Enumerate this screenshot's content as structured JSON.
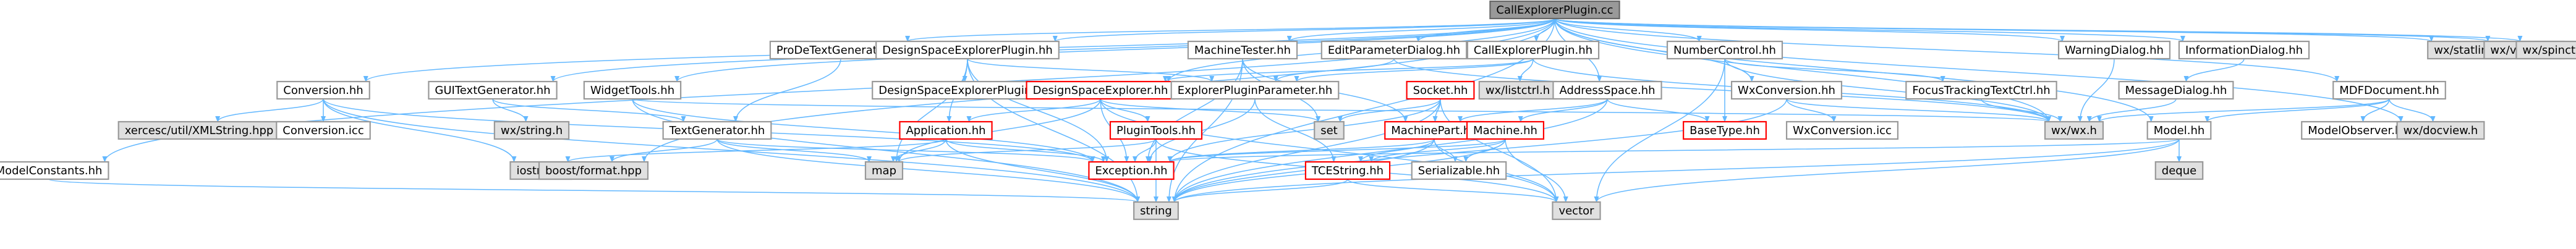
{
  "diagram": {
    "nodes": [
      {
        "id": "root",
        "label": "CallExplorerPlugin.cc",
        "style": "root"
      },
      {
        "id": "prode",
        "label": "ProDeTextGenerator.hh",
        "style": "normal"
      },
      {
        "id": "dsep",
        "label": "DesignSpaceExplorerPlugin.hh",
        "style": "normal"
      },
      {
        "id": "mtester",
        "label": "MachineTester.hh",
        "style": "normal"
      },
      {
        "id": "editparam",
        "label": "EditParameterDialog.hh",
        "style": "normal"
      },
      {
        "id": "cepp",
        "label": "CallExplorerPlugin.hh",
        "style": "normal"
      },
      {
        "id": "numctrl",
        "label": "NumberControl.hh",
        "style": "normal"
      },
      {
        "id": "warndlg",
        "label": "WarningDialog.hh",
        "style": "normal"
      },
      {
        "id": "infodlg",
        "label": "InformationDialog.hh",
        "style": "normal"
      },
      {
        "id": "wxstatline",
        "label": "wx/statline.h",
        "style": "system"
      },
      {
        "id": "wxvalgen",
        "label": "wx/valgen.h",
        "style": "system"
      },
      {
        "id": "wxspinctrl",
        "label": "wx/spinctrl.h",
        "style": "system"
      },
      {
        "id": "conversion",
        "label": "Conversion.hh",
        "style": "normal"
      },
      {
        "id": "guitextgen",
        "label": "GUITextGenerator.hh",
        "style": "normal"
      },
      {
        "id": "widgettools",
        "label": "WidgetTools.hh",
        "style": "normal"
      },
      {
        "id": "dsepicc",
        "label": "DesignSpaceExplorerPlugin.icc",
        "style": "normal"
      },
      {
        "id": "dse",
        "label": "DesignSpaceExplorer.hh",
        "style": "error"
      },
      {
        "id": "explparam",
        "label": "ExplorerPluginParameter.hh",
        "style": "normal"
      },
      {
        "id": "socket",
        "label": "Socket.hh",
        "style": "error"
      },
      {
        "id": "wxlistctrl",
        "label": "wx/listctrl.h",
        "style": "system"
      },
      {
        "id": "addrspace",
        "label": "AddressSpace.hh",
        "style": "normal"
      },
      {
        "id": "wxconv",
        "label": "WxConversion.hh",
        "style": "normal"
      },
      {
        "id": "focustrack",
        "label": "FocusTrackingTextCtrl.hh",
        "style": "normal"
      },
      {
        "id": "msgdlg",
        "label": "MessageDialog.hh",
        "style": "normal"
      },
      {
        "id": "mdfdoc",
        "label": "MDFDocument.hh",
        "style": "normal"
      },
      {
        "id": "xerces",
        "label": "xercesc/util/XMLString.hpp",
        "style": "system"
      },
      {
        "id": "convicc",
        "label": "Conversion.icc",
        "style": "normal"
      },
      {
        "id": "wxstring",
        "label": "wx/string.h",
        "style": "system"
      },
      {
        "id": "textgen",
        "label": "TextGenerator.hh",
        "style": "normal"
      },
      {
        "id": "application",
        "label": "Application.hh",
        "style": "error"
      },
      {
        "id": "plugintools",
        "label": "PluginTools.hh",
        "style": "error"
      },
      {
        "id": "set",
        "label": "set",
        "style": "system"
      },
      {
        "id": "machinepart",
        "label": "MachinePart.hh",
        "style": "error"
      },
      {
        "id": "machine",
        "label": "Machine.hh",
        "style": "error"
      },
      {
        "id": "basetype",
        "label": "BaseType.hh",
        "style": "error"
      },
      {
        "id": "wxconvicc",
        "label": "WxConversion.icc",
        "style": "normal"
      },
      {
        "id": "wxwx",
        "label": "wx/wx.h",
        "style": "system"
      },
      {
        "id": "model",
        "label": "Model.hh",
        "style": "normal"
      },
      {
        "id": "modelobs",
        "label": "ModelObserver.hh",
        "style": "normal"
      },
      {
        "id": "wxdocview",
        "label": "wx/docview.h",
        "style": "system"
      },
      {
        "id": "modelconst",
        "label": "ModelConstants.hh",
        "style": "normal"
      },
      {
        "id": "iostream",
        "label": "iostream",
        "style": "system"
      },
      {
        "id": "boostformat",
        "label": "boost/format.hpp",
        "style": "system"
      },
      {
        "id": "map",
        "label": "map",
        "style": "system"
      },
      {
        "id": "exception",
        "label": "Exception.hh",
        "style": "error"
      },
      {
        "id": "tcestring",
        "label": "TCEString.hh",
        "style": "error"
      },
      {
        "id": "serializable",
        "label": "Serializable.hh",
        "style": "normal"
      },
      {
        "id": "deque",
        "label": "deque",
        "style": "system"
      },
      {
        "id": "string",
        "label": "string",
        "style": "system"
      },
      {
        "id": "vector",
        "label": "vector",
        "style": "system"
      }
    ],
    "edges": [
      [
        "root",
        "prode"
      ],
      [
        "root",
        "dsep"
      ],
      [
        "root",
        "mtester"
      ],
      [
        "root",
        "editparam"
      ],
      [
        "root",
        "cepp"
      ],
      [
        "root",
        "numctrl"
      ],
      [
        "root",
        "warndlg"
      ],
      [
        "root",
        "infodlg"
      ],
      [
        "root",
        "wxstatline"
      ],
      [
        "root",
        "wxvalgen"
      ],
      [
        "root",
        "wxspinctrl"
      ],
      [
        "root",
        "conversion"
      ],
      [
        "root",
        "guitextgen"
      ],
      [
        "root",
        "widgettools"
      ],
      [
        "root",
        "dse"
      ],
      [
        "root",
        "addrspace"
      ],
      [
        "root",
        "wxconv"
      ],
      [
        "root",
        "mdfdoc"
      ],
      [
        "root",
        "modelconst"
      ],
      [
        "root",
        "boostformat"
      ],
      [
        "root",
        "wxwx"
      ],
      [
        "root",
        "model"
      ],
      [
        "root",
        "wxdocview"
      ],
      [
        "root",
        "string"
      ],
      [
        "prode",
        "textgen"
      ],
      [
        "dsep",
        "dsepicc"
      ],
      [
        "dsep",
        "explparam"
      ],
      [
        "dsep",
        "application"
      ],
      [
        "dsep",
        "exception"
      ],
      [
        "dsep",
        "map"
      ],
      [
        "dsep",
        "string"
      ],
      [
        "mtester",
        "machinepart"
      ],
      [
        "mtester",
        "set"
      ],
      [
        "mtester",
        "exception"
      ],
      [
        "mtester",
        "string"
      ],
      [
        "editparam",
        "explparam"
      ],
      [
        "editparam",
        "wxwx"
      ],
      [
        "cepp",
        "dse"
      ],
      [
        "cepp",
        "explparam"
      ],
      [
        "cepp",
        "wxlistctrl"
      ],
      [
        "cepp",
        "wxwx"
      ],
      [
        "numctrl",
        "basetype"
      ],
      [
        "numctrl",
        "focustrack"
      ],
      [
        "numctrl",
        "wxwx"
      ],
      [
        "numctrl",
        "vector"
      ],
      [
        "warndlg",
        "wxwx"
      ],
      [
        "infodlg",
        "msgdlg"
      ],
      [
        "msgdlg",
        "wxwx"
      ],
      [
        "conversion",
        "xerces"
      ],
      [
        "conversion",
        "convicc"
      ],
      [
        "conversion",
        "string"
      ],
      [
        "conversion",
        "exception"
      ],
      [
        "conversion",
        "iostream"
      ],
      [
        "guitextgen",
        "wxstring"
      ],
      [
        "guitextgen",
        "textgen"
      ],
      [
        "widgettools",
        "wxwx"
      ],
      [
        "widgettools",
        "string"
      ],
      [
        "widgettools",
        "exception"
      ],
      [
        "dse",
        "application"
      ],
      [
        "dse",
        "plugintools"
      ],
      [
        "dse",
        "set"
      ],
      [
        "dse",
        "exception"
      ],
      [
        "dse",
        "map"
      ],
      [
        "dse",
        "vector"
      ],
      [
        "explparam",
        "exception"
      ],
      [
        "explparam",
        "tcestring"
      ],
      [
        "socket",
        "machinepart"
      ],
      [
        "socket",
        "set"
      ],
      [
        "socket",
        "exception"
      ],
      [
        "socket",
        "string"
      ],
      [
        "socket",
        "vector"
      ],
      [
        "addrspace",
        "machinepart"
      ],
      [
        "addrspace",
        "machine"
      ],
      [
        "addrspace",
        "basetype"
      ],
      [
        "addrspace",
        "string"
      ],
      [
        "wxconv",
        "wxconvicc"
      ],
      [
        "wxconv",
        "wxwx"
      ],
      [
        "wxconv",
        "string"
      ],
      [
        "focustrack",
        "wxwx"
      ],
      [
        "mdfdoc",
        "wxdocview"
      ],
      [
        "mdfdoc",
        "model"
      ],
      [
        "mdfdoc",
        "modelobs"
      ],
      [
        "mdfdoc",
        "wxwx"
      ],
      [
        "model",
        "exception"
      ],
      [
        "model",
        "deque"
      ],
      [
        "model",
        "string"
      ],
      [
        "model",
        "vector"
      ],
      [
        "textgen",
        "boostformat"
      ],
      [
        "textgen",
        "map"
      ],
      [
        "textgen",
        "string"
      ],
      [
        "textgen",
        "exception"
      ],
      [
        "application",
        "iostream"
      ],
      [
        "application",
        "string"
      ],
      [
        "application",
        "exception"
      ],
      [
        "application",
        "map"
      ],
      [
        "plugintools",
        "map"
      ],
      [
        "plugintools",
        "string"
      ],
      [
        "plugintools",
        "exception"
      ],
      [
        "plugintools",
        "vector"
      ],
      [
        "machinepart",
        "exception"
      ],
      [
        "machinepart",
        "serializable"
      ],
      [
        "machinepart",
        "tcestring"
      ],
      [
        "machinepart",
        "string"
      ],
      [
        "machinepart",
        "vector"
      ],
      [
        "machine",
        "exception"
      ],
      [
        "machine",
        "serializable"
      ],
      [
        "machine",
        "tcestring"
      ],
      [
        "machine",
        "string"
      ],
      [
        "machine",
        "vector"
      ],
      [
        "tcestring",
        "string"
      ],
      [
        "tcestring",
        "vector"
      ],
      [
        "modelconst",
        "string"
      ]
    ]
  },
  "colors": {
    "edge": "#63b8ff",
    "normal_fill": "#ffffff",
    "normal_stroke": "#999999",
    "system_fill": "#e0e0e0",
    "system_stroke": "#999999",
    "error_fill": "#ffffff",
    "error_stroke": "#ff0000",
    "root_fill": "#999999",
    "root_stroke": "#666666"
  }
}
